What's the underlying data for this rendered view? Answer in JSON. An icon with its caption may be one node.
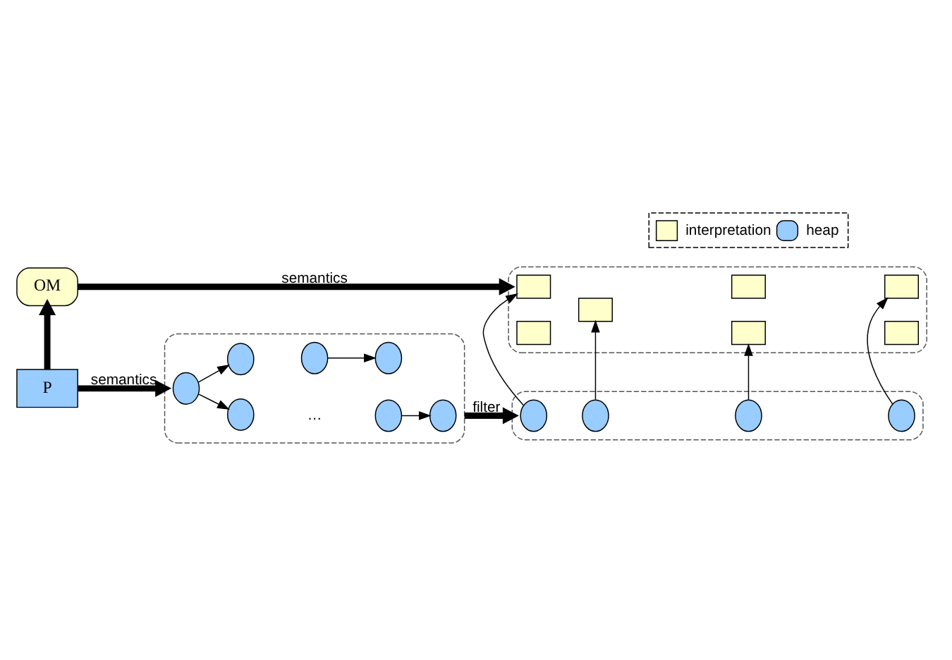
{
  "diagram": {
    "nodes": [
      {
        "text": [
          "OM"
        ]
      },
      {
        "text": [],
        "shape": "ellipse"
      },
      {
        "text": [],
        "shape": "box",
        "in": 1
      },
      {
        "text": [],
        "shape": "box",
        "in": 1
      },
      {
        "text": [],
        "shape": "box",
        "in": 1
      },
      {
        "text": [],
        "shape": "box",
        "in": 1
      },
      {
        "text": [],
        "shape": "box",
        "in": 1
      },
      {
        "text": [],
        "shape": "box",
        "in": 1
      },
      {
        "text": [],
        "shape": "box",
        "in": 1
      },
      {
        "text": [
          "P"
        ]
      },
      {
        "text": [],
        "shape": "ellipse"
      },
      {
        "text": [],
        "shape": "circle",
        "in": 10
      },
      {
        "text": [],
        "shape": "circle",
        "in": 10
      },
      {
        "text": [],
        "shape": "circle",
        "in": 10
      },
      {
        "text": [],
        "shape": "circle",
        "in": 10
      },
      {
        "text": [],
        "shape": "circle",
        "in": 10
      },
      {
        "text": [],
        "shape": "circle",
        "in": 10
      },
      {
        "text": [],
        "shape": "circle",
        "in": 10
      },
      {
        "text": [],
        "shape": "ellipse"
      },
      {
        "text": [],
        "shape": "circle",
        "in": 18
      },
      {
        "text": [],
        "shape": "circle",
        "in": 18
      },
      {
        "text": [],
        "shape": "circle",
        "in": 18
      },
      {
        "text": [],
        "shape": "circle",
        "in": 18
      }
    ],
    "edges": [
      {
        "from": 0,
        "to": 1,
        "arrow": "to",
        "label": "semantics",
        "style": "thick"
      },
      {
        "from": 9,
        "to": 0,
        "arrow": "to",
        "style": "thick"
      },
      {
        "from": 9,
        "to": 10,
        "arrow": "to",
        "label": "semantics",
        "style": "thick"
      },
      {
        "from": 10,
        "to": 18,
        "arrow": "to",
        "label": "filter",
        "style": "thick"
      },
      {
        "from": 11,
        "to": 12,
        "arrow": "to"
      },
      {
        "from": 11,
        "to": 13,
        "arrow": "to"
      },
      {
        "from": 14,
        "to": 15,
        "arrow": "to"
      },
      {
        "from": 16,
        "to": 17,
        "arrow": "to"
      },
      {
        "from": 19,
        "to": 2,
        "arrow": "to"
      },
      {
        "from": 20,
        "to": 4,
        "arrow": "to"
      },
      {
        "from": 21,
        "to": 6,
        "arrow": "to"
      },
      {
        "from": 22,
        "to": 7,
        "arrow": "to"
      }
    ],
    "labels": [
      "…"
    ],
    "legend": [
      {
        "text": "interpretation",
        "color": "#ffffcc"
      },
      {
        "text": "heap",
        "color": "#99ccff"
      }
    ]
  }
}
